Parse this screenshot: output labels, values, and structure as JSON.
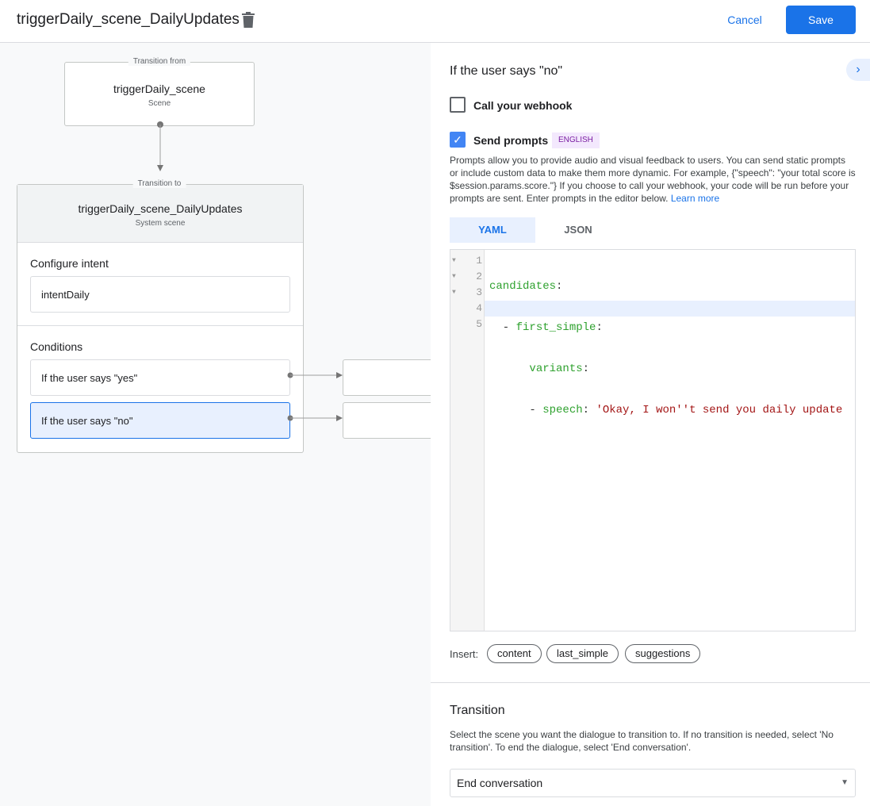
{
  "header": {
    "title": "triggerDaily_scene_DailyUpdates",
    "cancel": "Cancel",
    "save": "Save"
  },
  "canvas": {
    "from": {
      "label": "Transition from",
      "name": "triggerDaily_scene",
      "type": "Scene"
    },
    "to": {
      "label": "Transition to",
      "name": "triggerDaily_scene_DailyUpdates",
      "type": "System scene"
    },
    "intent_heading": "Configure intent",
    "intent": "intentDaily",
    "conditions_heading": "Conditions",
    "conditions": [
      "If the user says \"yes\"",
      "If the user says \"no\""
    ]
  },
  "panel": {
    "heading": "If the user says \"no\"",
    "webhook": {
      "label": "Call your webhook",
      "checked": false
    },
    "prompts": {
      "label": "Send prompts",
      "checked": true,
      "badge": "ENGLISH"
    },
    "description": "Prompts allow you to provide audio and visual feedback to users. You can send static prompts or include custom data to make them more dynamic. For example, {\"speech\": \"your total score is $session.params.score.\"} If you choose to call your webhook, your code will be run before your prompts are sent. Enter prompts in the editor below.",
    "learn_more": "Learn more",
    "tabs": [
      {
        "label": "YAML",
        "active": true
      },
      {
        "label": "JSON",
        "active": false
      }
    ],
    "code": {
      "lines": [
        "1",
        "2",
        "3",
        "4",
        "5"
      ],
      "l1k": "candidates",
      "l2d": "  - ",
      "l2k": "first_simple",
      "l3k": "variants",
      "l4d": "      - ",
      "l4k": "speech",
      "l4s": "'Okay, I won''t send you daily update",
      "colon": ":"
    },
    "insert_label": "Insert:",
    "insert_chips": [
      "content",
      "last_simple",
      "suggestions"
    ],
    "transition": {
      "heading": "Transition",
      "description": "Select the scene you want the dialogue to transition to. If no transition is needed, select 'No transition'. To end the dialogue, select 'End conversation'.",
      "selected": "End conversation"
    }
  }
}
